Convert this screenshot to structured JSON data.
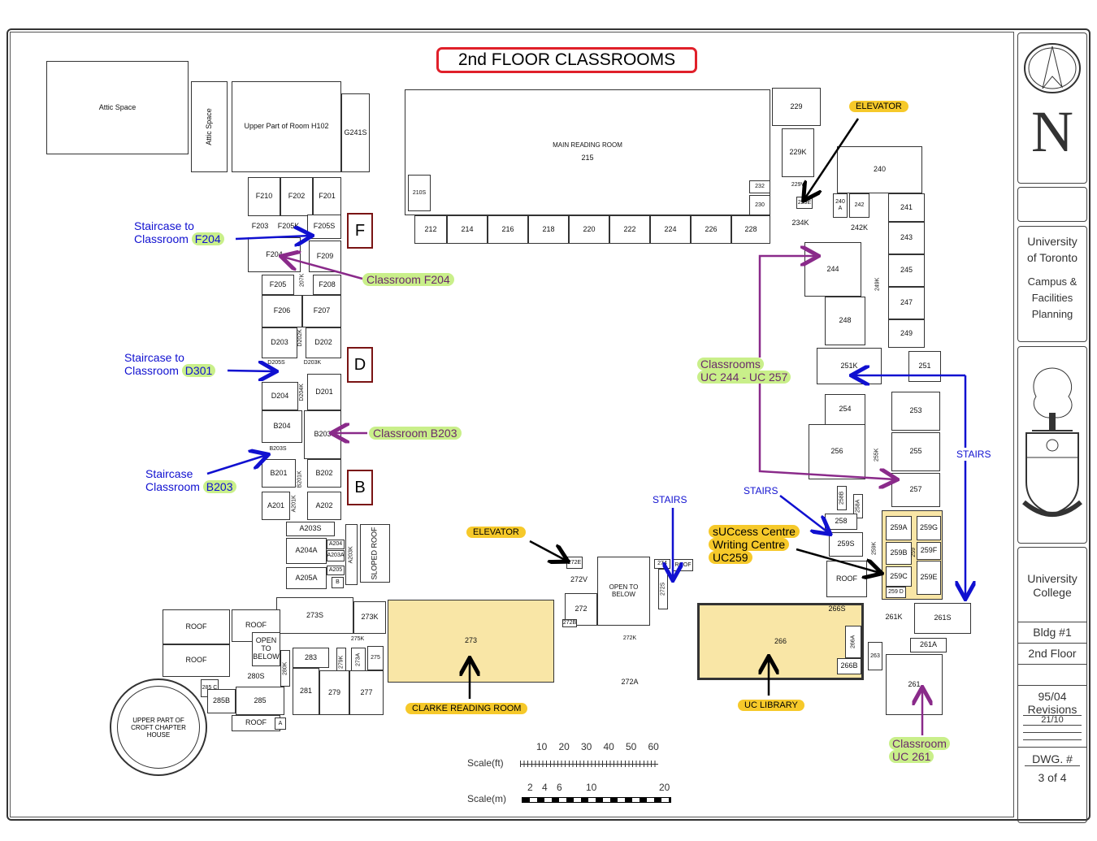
{
  "title": "2nd FLOOR CLASSROOMS",
  "main_reading_room": {
    "name": "MAIN READING ROOM",
    "number": "215"
  },
  "clarke_room_number": "273",
  "library_room_number": "266",
  "open_to_below": "OPEN TO BELOW",
  "croft": "UPPER PART OF CROFT CHAPTER HOUSE",
  "rooms": [
    "Attic Space",
    "Attic Space",
    "Upper Part of Room H102",
    "G241S",
    "F210",
    "F202",
    "F201",
    "F203",
    "F205K",
    "F205S",
    "F204",
    "F209",
    "F205",
    "F208",
    "F206",
    "F207",
    "D203",
    "D202K",
    "D202",
    "D205S",
    "D203K",
    "D204",
    "D204K",
    "D201",
    "B204",
    "B203",
    "B203S",
    "B201",
    "B201K",
    "B202",
    "A201",
    "A201K",
    "A202",
    "A203S",
    "A204A",
    "A204",
    "A203A",
    "A203K",
    "A205A",
    "A205",
    "B",
    "SLOPED ROOF",
    "273S",
    "273K",
    "275K",
    "ROOF",
    "ROOF",
    "ROOF",
    "OPEN TO BELOW",
    "280S",
    "280K",
    "283",
    "279K",
    "273A",
    "275",
    "281",
    "279",
    "277",
    "285 C",
    "285B",
    "285",
    "ROOF",
    "A",
    "210S",
    "212",
    "214",
    "216",
    "218",
    "220",
    "222",
    "224",
    "226",
    "228",
    "232",
    "230",
    "229",
    "229K",
    "229V",
    "229E",
    "234K",
    "240",
    "240 A",
    "242",
    "242K",
    "241",
    "243",
    "245",
    "247",
    "249",
    "249K",
    "244",
    "248",
    "251K",
    "251",
    "254",
    "253",
    "256",
    "255",
    "255K",
    "257",
    "258B",
    "258A",
    "258",
    "259S",
    "ROOF",
    "259K",
    "259A",
    "259G",
    "259B",
    "259",
    "259F",
    "259C",
    "259E",
    "259 D",
    "261K",
    "261S",
    "261A",
    "263",
    "261",
    "266S",
    "266A",
    "266B",
    "272V",
    "272E",
    "272",
    "272B",
    "272K",
    "272A",
    "272S",
    "274",
    "ROOF",
    "207K"
  ],
  "wing_letters": [
    "F",
    "D",
    "B"
  ],
  "annotations": {
    "staircase_f": {
      "line1": "Staircase to",
      "line2": "Classroom",
      "room": "F204"
    },
    "classroom_f204": "Classroom F204",
    "staircase_d": {
      "line1": "Staircase to",
      "line2": "Classroom",
      "room": "D301"
    },
    "classroom_b203": "Classroom B203",
    "staircase_b": {
      "line1": "Staircase",
      "line2": "Classroom",
      "room": "B203"
    },
    "elevator_top": "ELEVATOR",
    "elevator_bottom": "ELEVATOR",
    "classrooms_uc": {
      "line1": "Classrooms",
      "line2": "UC 244 - UC 257"
    },
    "stairs_right": "STAIRS",
    "stairs_mid": "STAIRS",
    "stairs_center": "STAIRS",
    "success_centre": {
      "line1": "sUCcess Centre",
      "line2": "Writing Centre",
      "line3": "UC259"
    },
    "clarke": "CLARKE READING ROOM",
    "uc_library": "UC LIBRARY",
    "classroom_261": {
      "line1": "Classroom",
      "line2": "UC 261"
    }
  },
  "scale": {
    "ft_label": "Scale(ft)",
    "ft_ticks": [
      "10",
      "20",
      "30",
      "40",
      "50",
      "60"
    ],
    "m_label": "Scale(m)",
    "m_ticks": [
      "2",
      "4",
      "6",
      "10",
      "20"
    ]
  },
  "title_block": {
    "north": "N",
    "org1": "University",
    "org2": "of Toronto",
    "dept1": "Campus &",
    "dept2": "Facilities",
    "dept3": "Planning",
    "college1": "University",
    "college2": "College",
    "bldg": "Bldg #1",
    "floor": "2nd Floor",
    "date": "95/04",
    "revisions": "Revisions",
    "revision_date": "21/10",
    "dwg_label": "DWG. #",
    "dwg_value": "3 of 4"
  },
  "colors": {
    "highlight_yellow": "#f9e6a6",
    "pill_yellow": "#f6c92a",
    "pill_green": "#c9ef8a",
    "blue": "#1010d0",
    "purple": "#8a2a8a",
    "title_red": "#e0202a"
  }
}
